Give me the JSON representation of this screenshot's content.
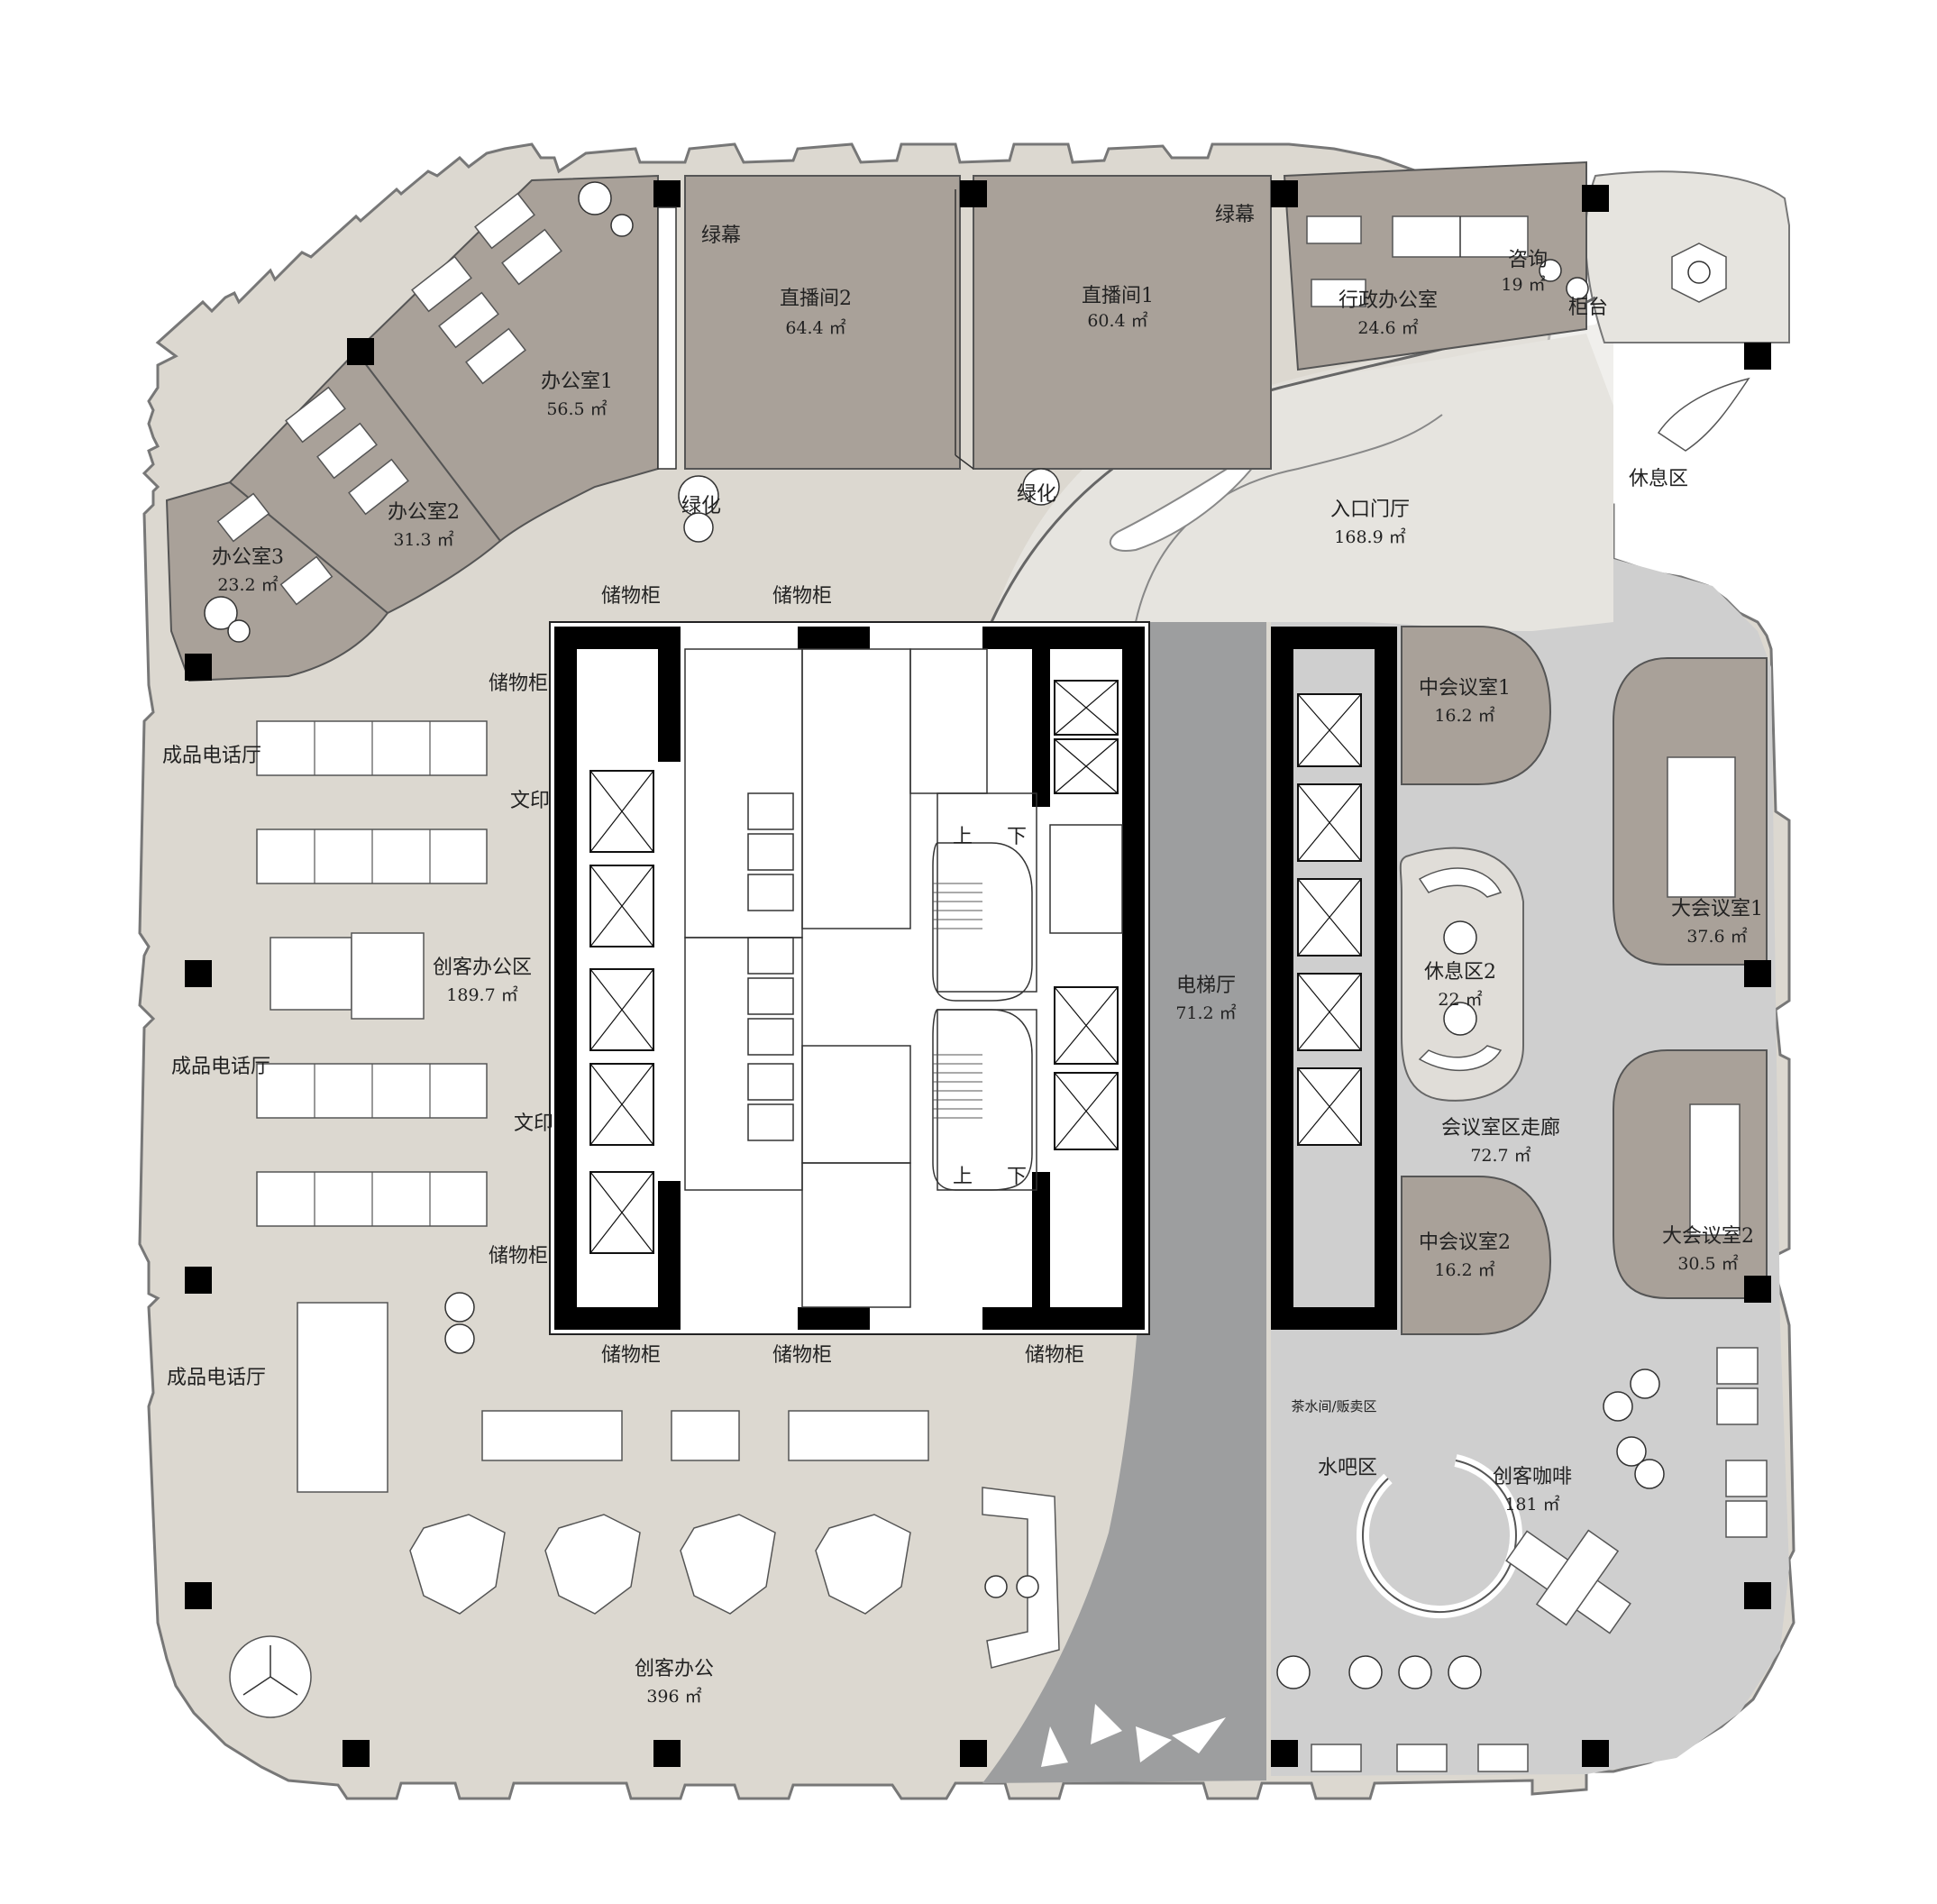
{
  "colors": {
    "room_fill_dark": "#a9a199",
    "floor_fill_light": "#dcd8d0",
    "lobby_fill": "#e6e4df",
    "elevator_hall_fill": "#9d9e9f",
    "meeting_zone_fill": "#cfcfcf",
    "wall": "#000000"
  },
  "rooms": {
    "office_1": {
      "name": "办公室1",
      "area": "56.5 ㎡"
    },
    "office_2": {
      "name": "办公室2",
      "area": "31.3 ㎡"
    },
    "office_3": {
      "name": "办公室3",
      "area": "23.2 ㎡"
    },
    "live_room_2": {
      "name": "直播间2",
      "area": "64.4 ㎡"
    },
    "live_room_1": {
      "name": "直播间1",
      "area": "60.4 ㎡"
    },
    "admin_office": {
      "name": "行政办公室",
      "area": "24.6 ㎡"
    },
    "consult": {
      "name": "咨询",
      "area": "19 ㎡"
    },
    "entrance_hall": {
      "name": "入口门厅",
      "area": "168.9 ㎡"
    },
    "maker_office_area": {
      "name": "创客办公区",
      "area": "189.7 ㎡"
    },
    "elevator_hall": {
      "name": "电梯厅",
      "area": "71.2 ㎡"
    },
    "mid_meeting_1": {
      "name": "中会议室1",
      "area": "16.2 ㎡"
    },
    "mid_meeting_2": {
      "name": "中会议室2",
      "area": "16.2 ㎡"
    },
    "rest_area_2": {
      "name": "休息区2",
      "area": "22 ㎡"
    },
    "meeting_corridor": {
      "name": "会议室区走廊",
      "area": "72.7 ㎡"
    },
    "big_meeting_1": {
      "name": "大会议室1",
      "area": "37.6 ㎡"
    },
    "big_meeting_2": {
      "name": "大会议室2",
      "area": "30.5 ㎡"
    },
    "maker_cafe": {
      "name": "创客咖啡",
      "area": "181 ㎡"
    },
    "maker_office": {
      "name": "创客办公",
      "area": "396 ㎡"
    }
  },
  "labels": {
    "green_screen": "绿幕",
    "greenery": "绿化",
    "storage": "储物柜",
    "print": "文印",
    "phone_booth": "成品电话厅",
    "reception": "柜台",
    "lounge": "休息区",
    "water_bar": "水吧区",
    "pantry": "茶水间/贩卖区",
    "stair_up": "上",
    "stair_down": "下"
  }
}
